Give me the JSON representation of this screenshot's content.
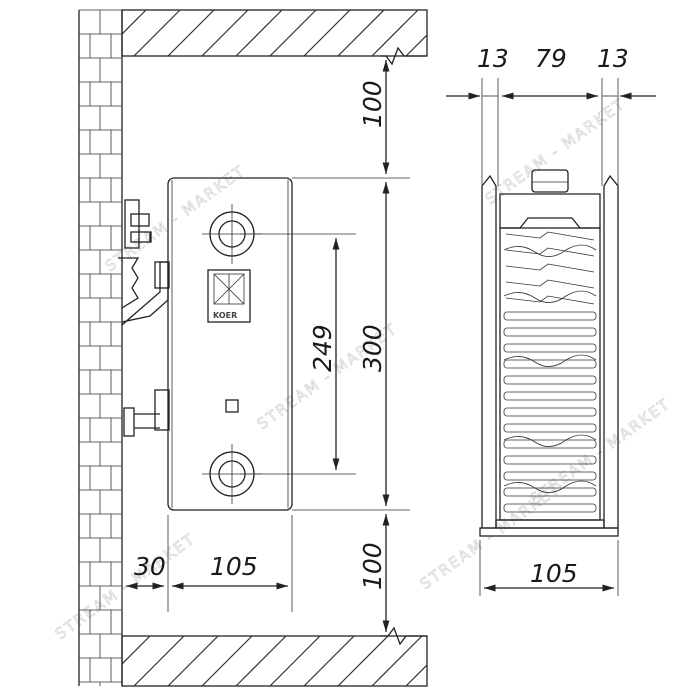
{
  "dimensions": {
    "left_top_gap": "100",
    "left_bottom_gap": "100",
    "height": "300",
    "axis_distance": "249",
    "wall_offset": "30",
    "side_depth": "105",
    "fin_left": "13",
    "core_width": "79",
    "fin_right": "13",
    "end_depth": "105"
  },
  "logo": {
    "text": "KOER"
  },
  "watermark": {
    "text": "STREAM - MARKET"
  },
  "colors": {
    "line": "#222222",
    "panel_fill": "#ffffff",
    "cap_fill": "#cccccc",
    "watermark": "#c9c9c9"
  }
}
